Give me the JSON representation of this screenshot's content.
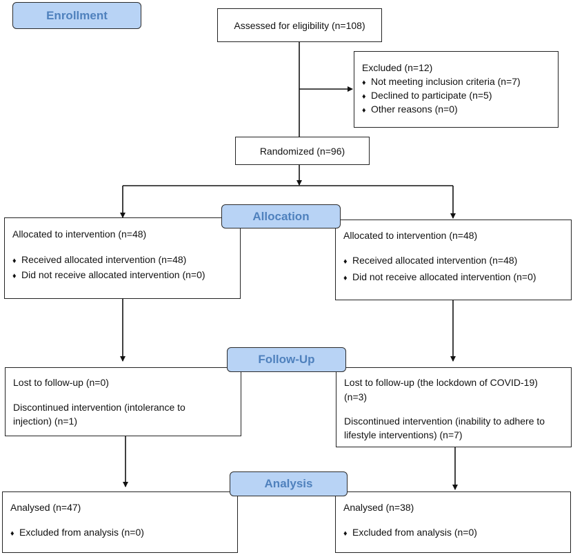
{
  "sections": {
    "enrollment": "Enrollment",
    "allocation": "Allocation",
    "follow_up": "Follow-Up",
    "analysis": "Analysis"
  },
  "assessed": "Assessed for eligibility (n=108)",
  "excluded": {
    "title": "Excluded (n=12)",
    "items": [
      "Not meeting inclusion criteria (n=7)",
      "Declined to participate (n=5)",
      "Other reasons (n=0)"
    ]
  },
  "randomized": "Randomized (n=96)",
  "bullet": "♦",
  "left": {
    "allocated": "Allocated to intervention (n=48)",
    "received": "Received allocated intervention (n=48)",
    "not_received": "Did not receive allocated intervention (n=0)",
    "lost": "Lost to follow-up (n=0)",
    "discontinued_1": "Discontinued intervention (intolerance to",
    "discontinued_2": "injection) (n=1)",
    "analysed": "Analysed (n=47)",
    "excluded_analysis": "Excluded from analysis (n=0)"
  },
  "right": {
    "allocated": "Allocated to intervention (n=48)",
    "received": "Received allocated intervention (n=48)",
    "not_received": "Did not receive allocated intervention (n=0)",
    "lost_1": "Lost to follow-up (the lockdown of COVID-19)",
    "lost_2": "(n=3)",
    "discontinued_1": "Discontinued intervention (inability to adhere to",
    "discontinued_2": "lifestyle interventions) (n=7)",
    "analysed": "Analysed (n=38)",
    "excluded_analysis": "Excluded from analysis (n=0)"
  }
}
